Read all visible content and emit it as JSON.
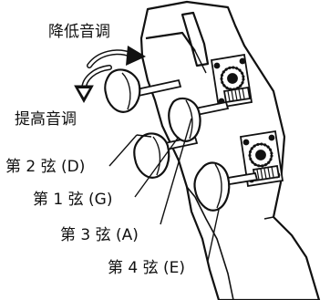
{
  "labels": {
    "lower_pitch": "降低音调",
    "raise_pitch": "提高音调",
    "string_2": "第 2 弦 (D)",
    "string_1": "第 1 弦 (G)",
    "string_3": "第 3 弦 (A)",
    "string_4": "第 4 弦 (E)"
  }
}
